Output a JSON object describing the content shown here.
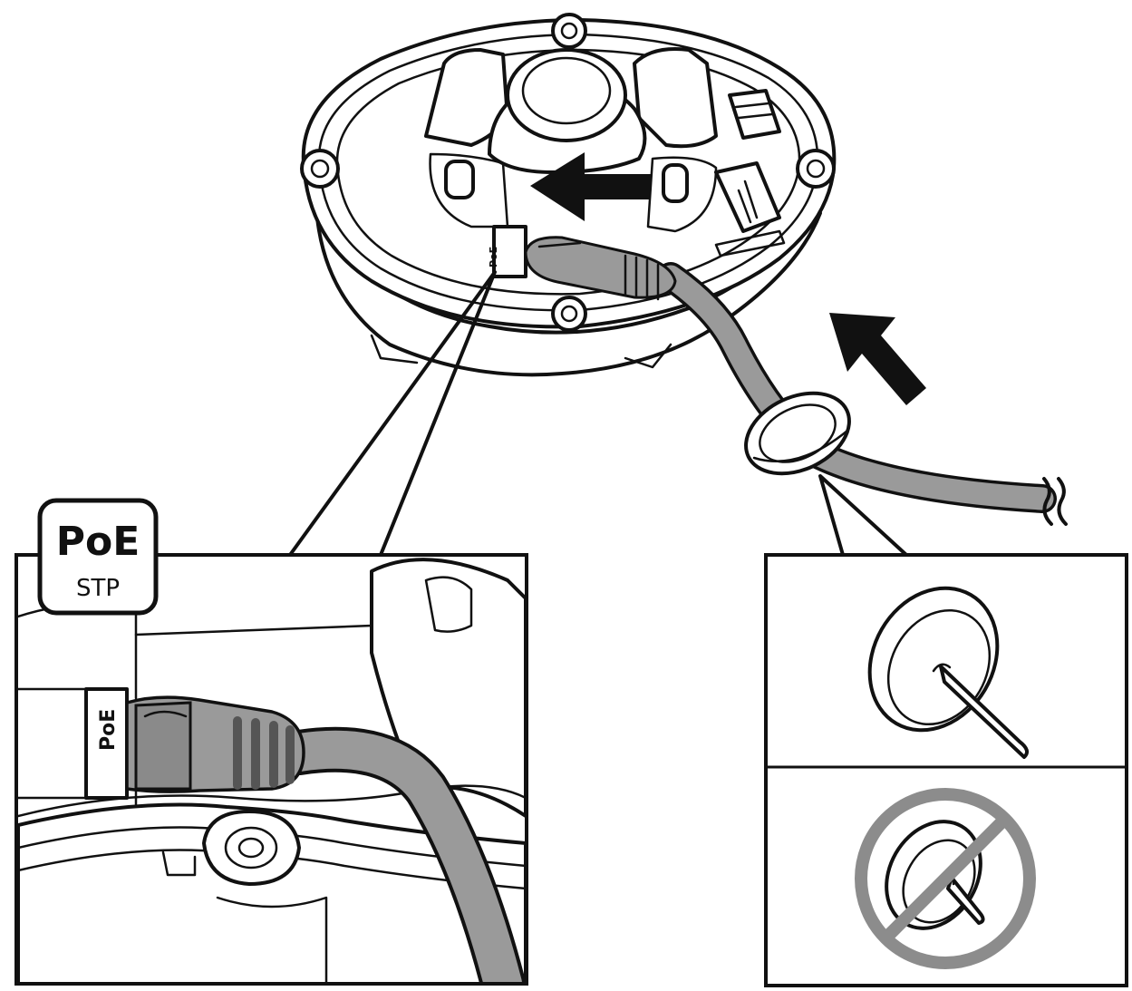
{
  "badge": {
    "primary": "PoE",
    "secondary": "STP"
  },
  "port_label": "PoE",
  "colors": {
    "ink": "#111111",
    "cable_fill": "#9a9a9a",
    "cable_dark": "#555555",
    "prohibit": "#8c8c8c",
    "background": "#ffffff"
  },
  "icons": {
    "arrow_insert_cable": "arrow-left-icon",
    "arrow_insert_grommet": "arrow-up-left-icon",
    "prohibited": "prohibited-icon",
    "cable_break": "cable-break-icon"
  }
}
